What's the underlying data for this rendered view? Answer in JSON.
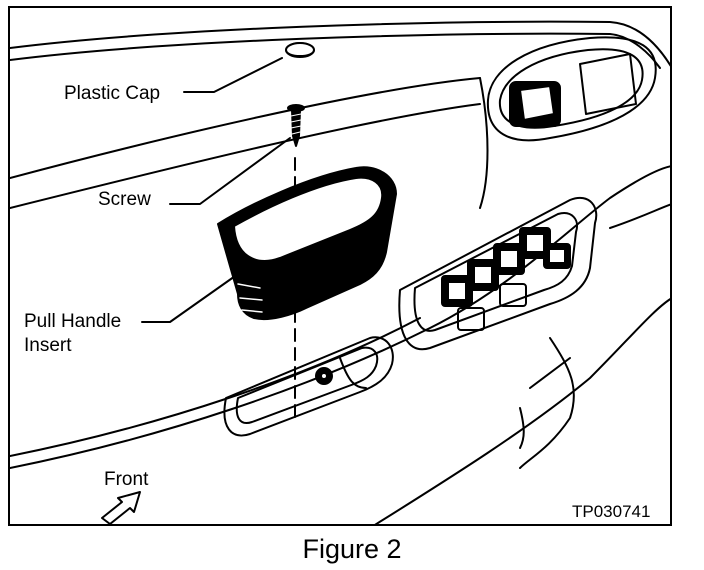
{
  "labels": {
    "plastic_cap": "Plastic Cap",
    "screw": "Screw",
    "pull_handle_line1": "Pull Handle",
    "pull_handle_line2": "Insert",
    "front": "Front"
  },
  "part_code": "TP030741",
  "caption": "Figure 2"
}
